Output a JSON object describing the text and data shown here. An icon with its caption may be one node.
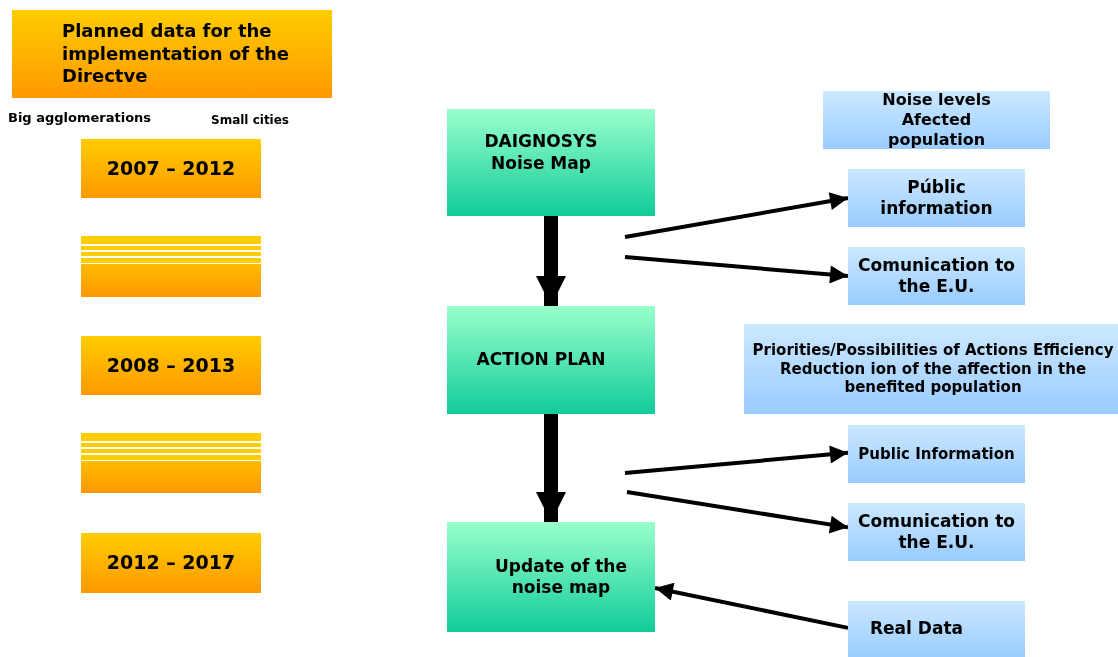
{
  "diagram": {
    "nodes": [
      {
        "text": [
          "Planned data for the implementation of the Directve"
        ]
      },
      {
        "text": [
          "2007 – 2012"
        ]
      },
      {
        "text": [],
        "shape": "box"
      },
      {
        "text": [
          "2008 – 2013"
        ]
      },
      {
        "text": [],
        "shape": "box"
      },
      {
        "text": [
          "2012 – 2017"
        ]
      },
      {
        "text": [
          "DAIGNOSYS Noise Map"
        ]
      },
      {
        "text": [
          "Noise levels Afected population"
        ]
      },
      {
        "text": [
          "Públic information"
        ]
      },
      {
        "text": [
          "Comunication to the E.U."
        ]
      },
      {
        "text": [
          "ACTION PLAN"
        ]
      },
      {
        "text": [
          "Priorities/Possibilities of Actions Efficiency Reduction ion of the affection in the benefited population"
        ]
      },
      {
        "text": [
          "Public Information"
        ]
      },
      {
        "text": [
          "Comunication to the E.U."
        ]
      },
      {
        "text": [
          "Update of the noise map"
        ]
      },
      {
        "text": [
          "Real Data"
        ]
      }
    ],
    "edges": [
      {
        "from": 6,
        "to": 10,
        "arrow": "to",
        "style": "thick"
      },
      {
        "from": null,
        "to": 8,
        "arrow": "to"
      },
      {
        "from": null,
        "to": 9,
        "arrow": "to"
      },
      {
        "from": 10,
        "to": 14,
        "arrow": "to",
        "style": "thick"
      },
      {
        "from": null,
        "to": 12,
        "arrow": "to"
      },
      {
        "from": null,
        "to": 13,
        "arrow": "to"
      },
      {
        "from": 15,
        "to": 14,
        "arrow": "to"
      }
    ],
    "labels": [
      "Big agglomerations",
      "Small cities"
    ]
  }
}
